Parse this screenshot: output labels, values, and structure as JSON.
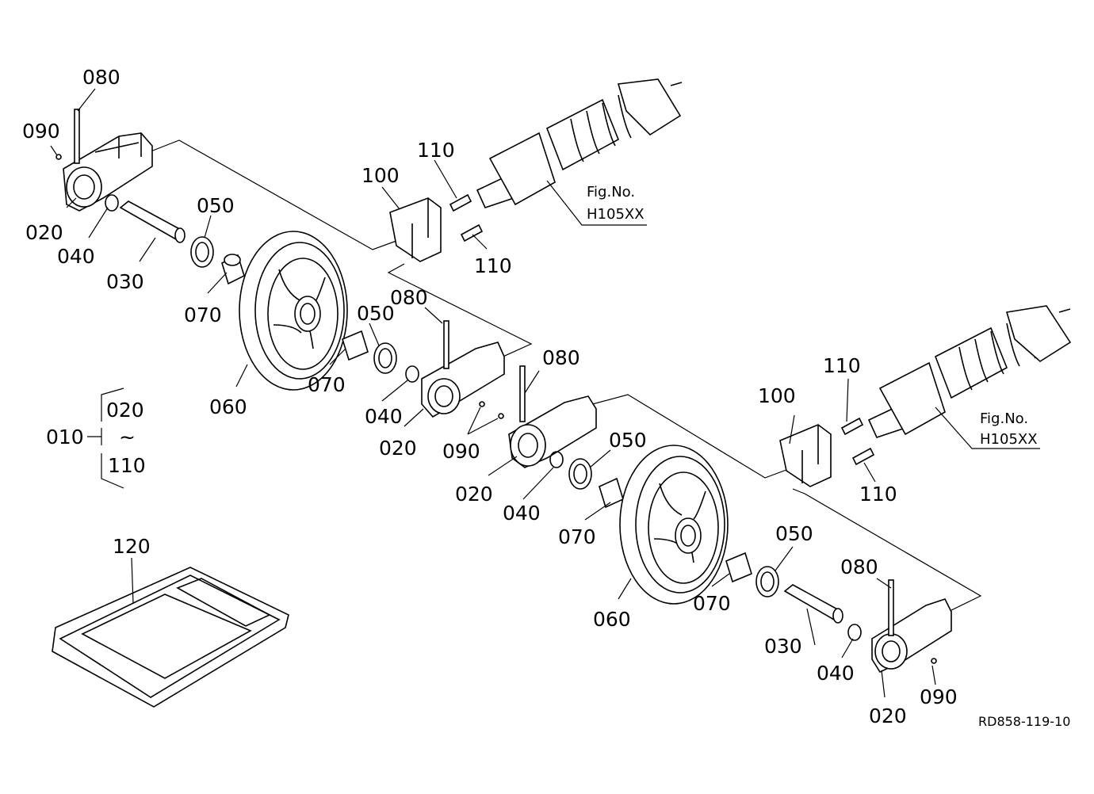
{
  "diagram": {
    "labels": {
      "l080_a": "080",
      "l090_a": "090",
      "l020_a": "020",
      "l040_a": "040",
      "l030_a": "030",
      "l050_a": "050",
      "l070_a": "070",
      "l060_a": "060",
      "l110_a1": "110",
      "l100_a": "100",
      "l110_a2": "110",
      "l080_b": "080",
      "l050_b": "050",
      "l070_b": "070",
      "l040_b": "040",
      "l020_b": "020",
      "l090_b": "090",
      "l080_c": "080",
      "l020_c": "020",
      "l040_c": "040",
      "l050_c": "050",
      "l070_c": "070",
      "l100_b": "100",
      "l110_b1": "110",
      "l110_b2": "110",
      "l060_b": "060",
      "l050_d": "050",
      "l070_d": "070",
      "l080_d": "080",
      "l030_b": "030",
      "l040_d": "040",
      "l020_d": "020",
      "l090_d": "090",
      "l120": "120"
    },
    "assembly": {
      "code": "010",
      "range_from": "020",
      "range_sep": "~",
      "range_to": "110"
    },
    "fig_refs": [
      {
        "line1": "Fig.No.",
        "line2": "H105XX"
      },
      {
        "line1": "Fig.No.",
        "line2": "H105XX"
      }
    ],
    "drawing_number": "RD858-119-10"
  }
}
